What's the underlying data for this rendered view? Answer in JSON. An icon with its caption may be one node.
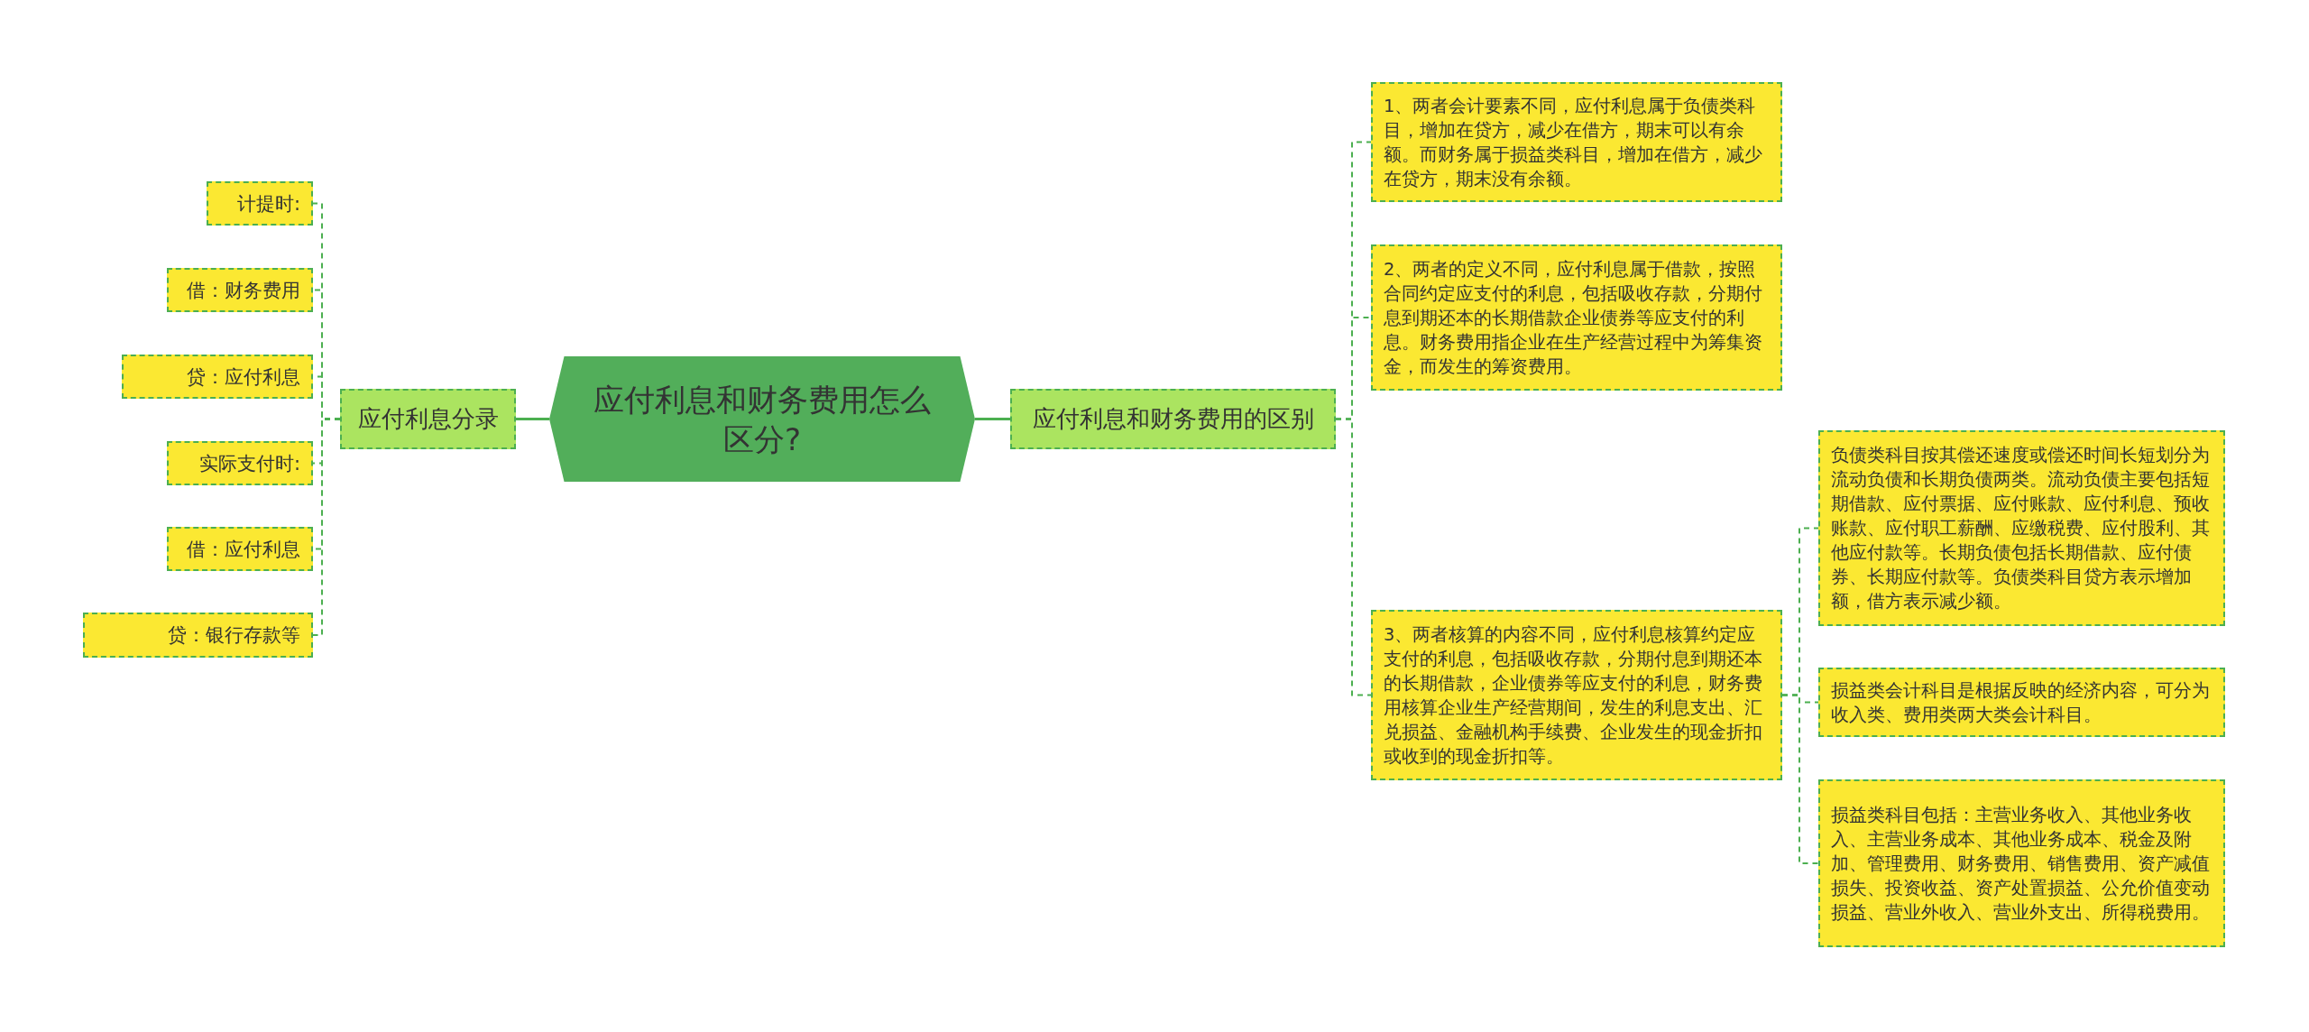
{
  "diagram": {
    "nodes": [
      {
        "text": [
          "应付利息和财务费用怎么区分?"
        ]
      },
      {
        "text": [
          "应付利息分录"
        ]
      },
      {
        "text": [
          "计提时:"
        ]
      },
      {
        "text": [
          "借：财务费用"
        ]
      },
      {
        "text": [
          "贷：应付利息"
        ]
      },
      {
        "text": [
          "实际支付时:"
        ]
      },
      {
        "text": [
          "借：应付利息"
        ]
      },
      {
        "text": [
          "贷：银行存款等"
        ]
      },
      {
        "text": [
          "应付利息和财务费用的区别"
        ]
      },
      {
        "text": [
          "1、两者会计要素不同，应付利息属于负债类科目，增加在贷方，减少在借方，期末可以有余额。而财务属于损益类科目，增加在借方，减少在贷方，期末没有余额。"
        ]
      },
      {
        "text": [
          "2、两者的定义不同，应付利息属于借款，按照合同约定应支付的利息，包括吸收存款，分期付息到期还本的长期借款企业债券等应支付的利息。财务费用指企业在生产经营过程中为筹集资金，而发生的筹资费用。"
        ]
      },
      {
        "text": [
          "3、两者核算的内容不同，应付利息核算约定应支付的利息，包括吸收存款，分期付息到期还本的长期借款，企业债券等应支付的利息，财务费用核算企业生产经营期间，发生的利息支出、汇兑损益、金融机构手续费、企业发生的现金折扣或收到的现金折扣等。"
        ]
      },
      {
        "text": [
          "负债类科目按其偿还速度或偿还时间长短划分为流动负债和长期负债两类。流动负债主要包括短期借款、应付票据、应付账款、应付利息、预收账款、应付职工薪酬、应缴税费、应付股利、其他应付款等。长期负债包括长期借款、应付债券、长期应付款等。负债类科目贷方表示增加额，借方表示减少额。"
        ]
      },
      {
        "text": [
          "损益类会计科目是根据反映的经济内容，可分为收入类、费用类两大类会计科目。"
        ]
      },
      {
        "text": [
          "损益类科目包括：主营业务收入、其他业务收入、主营业务成本、其他业务成本、税金及附加、管理费用、财务费用、销售费用、资产减值损失、投资收益、资产处置损益、公允价值变动损益、营业外收入、营业外支出、所得税费用。"
        ]
      }
    ],
    "edges": [
      {
        "from": 0,
        "to": 1,
        "arrow": "none"
      },
      {
        "from": 1,
        "to": 2,
        "arrow": "none",
        "style": "dashed"
      },
      {
        "from": 1,
        "to": 3,
        "arrow": "none",
        "style": "dashed"
      },
      {
        "from": 1,
        "to": 4,
        "arrow": "none",
        "style": "dashed"
      },
      {
        "from": 1,
        "to": 5,
        "arrow": "none",
        "style": "dashed"
      },
      {
        "from": 1,
        "to": 6,
        "arrow": "none",
        "style": "dashed"
      },
      {
        "from": 1,
        "to": 7,
        "arrow": "none",
        "style": "dashed"
      },
      {
        "from": 0,
        "to": 8,
        "arrow": "none"
      },
      {
        "from": 8,
        "to": 9,
        "arrow": "none",
        "style": "dashed"
      },
      {
        "from": 8,
        "to": 10,
        "arrow": "none",
        "style": "dashed"
      },
      {
        "from": 8,
        "to": 11,
        "arrow": "none",
        "style": "dashed"
      },
      {
        "from": 11,
        "to": 12,
        "arrow": "none",
        "style": "dashed"
      },
      {
        "from": 11,
        "to": 13,
        "arrow": "none",
        "style": "dashed"
      },
      {
        "from": 11,
        "to": 14,
        "arrow": "none",
        "style": "dashed"
      }
    ]
  }
}
